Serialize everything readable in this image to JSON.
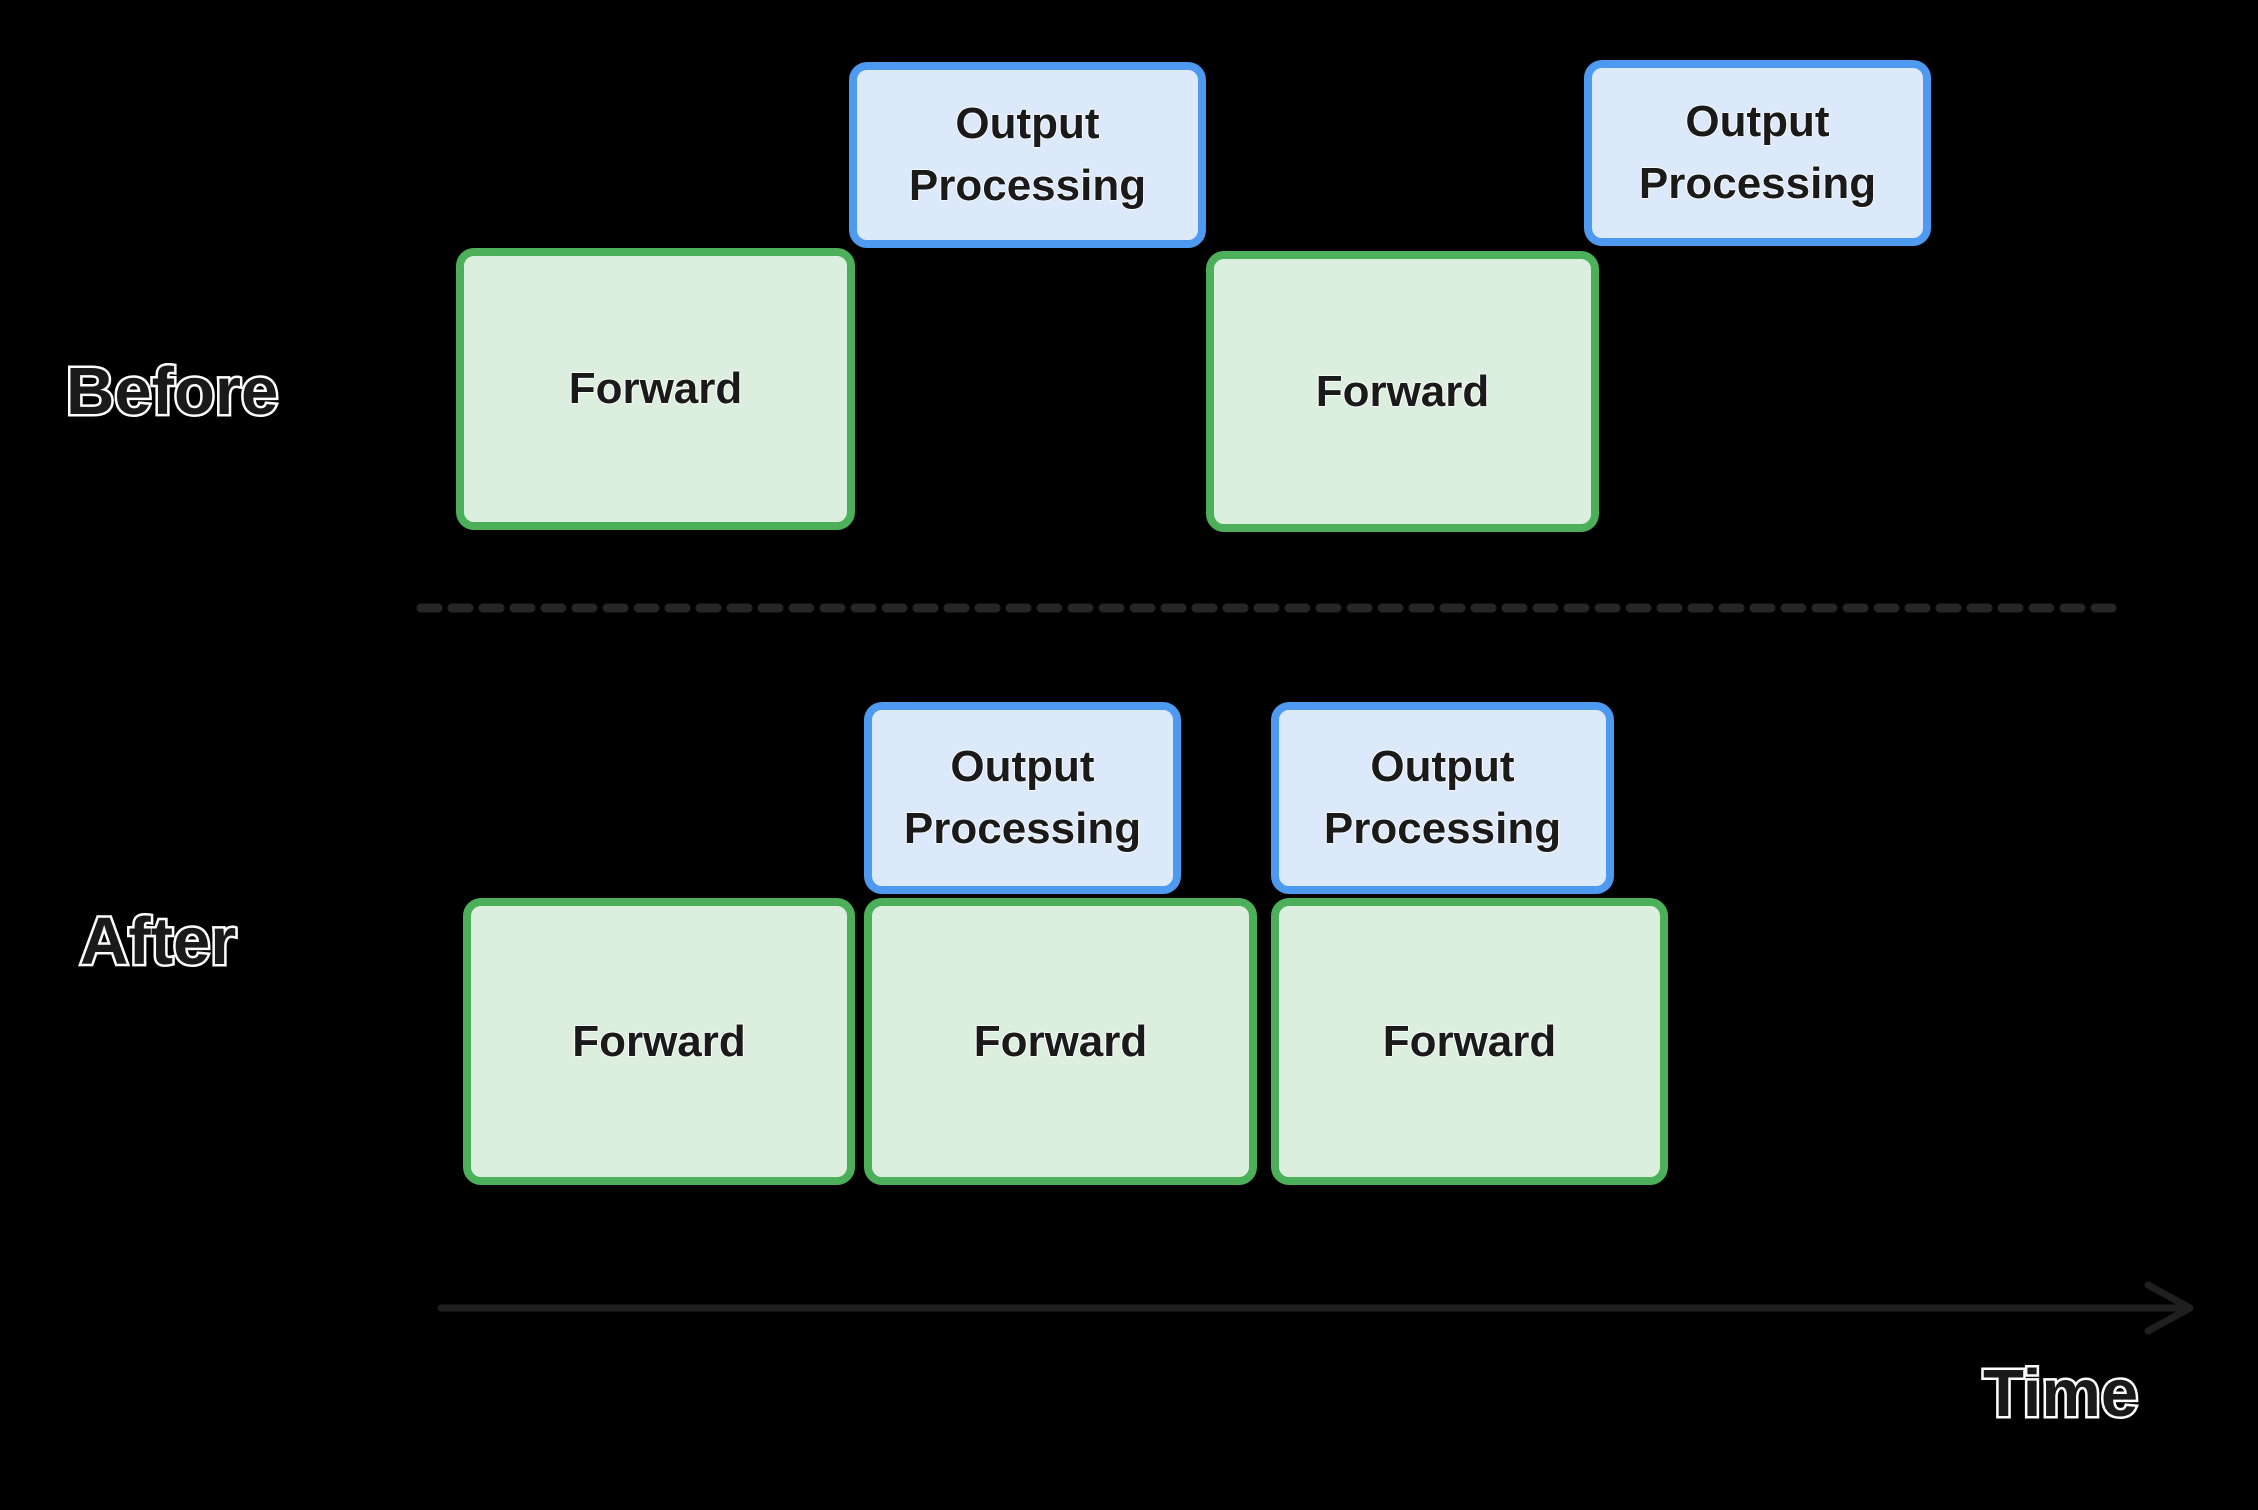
{
  "rows": [
    {
      "id": "before",
      "label": "Before",
      "boxes": [
        {
          "kind": "forward",
          "label": "Forward"
        },
        {
          "kind": "output",
          "label": "Output Processing"
        },
        {
          "kind": "forward",
          "label": "Forward"
        },
        {
          "kind": "output",
          "label": "Output Processing"
        }
      ]
    },
    {
      "id": "after",
      "label": "After",
      "boxes": [
        {
          "kind": "forward",
          "label": "Forward"
        },
        {
          "kind": "forward",
          "label": "Forward"
        },
        {
          "kind": "forward",
          "label": "Forward"
        },
        {
          "kind": "output",
          "label": "Output Processing"
        },
        {
          "kind": "output",
          "label": "Output Processing"
        }
      ]
    }
  ],
  "axis": {
    "label": "Time"
  },
  "colors": {
    "background": "#000000",
    "forward_fill": "#dcefdf",
    "forward_border": "#4caf5a",
    "output_fill": "#dce9fa",
    "output_border": "#4d9af0",
    "label_text": "#1a1a1a",
    "label_outline": "#ffffff",
    "dashed_divider": "#262626",
    "time_arrow": "#1f1f1f"
  }
}
